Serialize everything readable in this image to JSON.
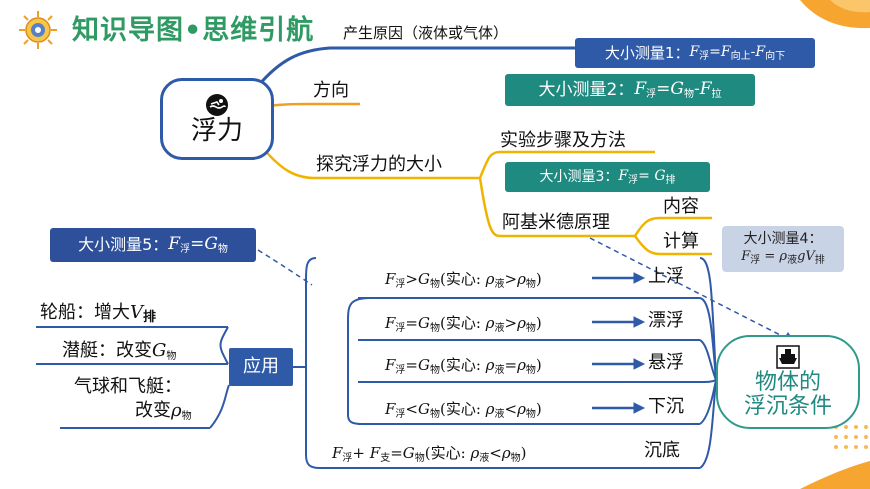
{
  "header": {
    "title": "知识导图•思维引航"
  },
  "root": {
    "label": "浮力",
    "icon": "swimmer-icon"
  },
  "branches": {
    "cause": "产生原因（液体或气体）",
    "direction": "方向",
    "explore": "探究浮力的大小",
    "experiment": "实验步骤及方法",
    "archimedes": "阿基米德原理",
    "content": "内容",
    "calc": "计算"
  },
  "measures": {
    "m1": {
      "label": "大小测量1：",
      "F": "F",
      "sub1": "浮",
      "eq": "=",
      "F2": "F",
      "sub2": "向上",
      "minus": "-",
      "F3": "F",
      "sub3": "向下"
    },
    "m2": {
      "label": "大小测量2：",
      "F": "F",
      "sub1": "浮",
      "eq": "=",
      "G": "G",
      "sub2": "物",
      "minus": "-",
      "F2": "F",
      "sub3": "拉"
    },
    "m3": {
      "label": "大小测量3：",
      "F": "F",
      "sub1": "浮",
      "eq": "= ",
      "G": "G",
      "sub2": "排"
    },
    "m4": {
      "label": "大小测量4：",
      "F": "F",
      "sub1": "浮",
      "eq": " = ",
      "rho": "ρ",
      "sub2": "液",
      "g": "g",
      "V": "V",
      "sub3": "排"
    },
    "m5": {
      "label": "大小测量5：",
      "F": "F",
      "sub1": "浮",
      "eq": "=",
      "G": "G",
      "sub2": "物"
    }
  },
  "application": {
    "label": "应用",
    "ship": {
      "text": "轮船：增大",
      "V": "V",
      "sub": "排"
    },
    "submarine": {
      "text": "潜艇：改变",
      "G": "G",
      "sub": "物"
    },
    "balloon": {
      "line1": "气球和飞艇：",
      "line2": "改变",
      "rho": "ρ",
      "sub": "物"
    }
  },
  "conditions": [
    {
      "lhs": "F",
      "lsub": "浮",
      "op": ">",
      "rhs": "G",
      "rsub": "物",
      "paren": "(实心: ",
      "rho1": "ρ",
      "s1": "液",
      "op2": ">",
      "rho2": "ρ",
      "s2": "物",
      "close": ")",
      "result": "上浮"
    },
    {
      "lhs": "F",
      "lsub": "浮",
      "op": "=",
      "rhs": "G",
      "rsub": "物",
      "paren": "(实心: ",
      "rho1": "ρ",
      "s1": "液",
      "op2": ">",
      "rho2": "ρ",
      "s2": "物",
      "close": ")",
      "result": "漂浮"
    },
    {
      "lhs": "F",
      "lsub": "浮",
      "op": "=",
      "rhs": "G",
      "rsub": "物",
      "paren": "(实心: ",
      "rho1": "ρ",
      "s1": "液",
      "op2": "=",
      "rho2": "ρ",
      "s2": "物",
      "close": ")",
      "result": "悬浮"
    },
    {
      "lhs": "F",
      "lsub": "浮",
      "op": "<",
      "rhs": "G",
      "rsub": "物",
      "paren": "(实心: ",
      "rho1": "ρ",
      "s1": "液",
      "op2": "<",
      "rho2": "ρ",
      "s2": "物",
      "close": ")",
      "result": "下沉"
    }
  ],
  "bottom": {
    "F1": "F",
    "s1": "浮",
    "plus": "+ ",
    "F2": "F",
    "s2": "支",
    "eq": "=",
    "G": "G",
    "s3": "物",
    "paren": "(实心: ",
    "rho1": "ρ",
    "s4": "液",
    "op": "<",
    "rho2": "ρ",
    "s5": "物",
    "close": ")",
    "result": "沉底"
  },
  "sink_float": {
    "line1": "物体的",
    "line2": "浮沉条件",
    "icon": "ship-icon"
  },
  "colors": {
    "accent_green": "#2f9a63",
    "blue": "#2f5aa8",
    "teal": "#1f8a80",
    "orange": "#f5a623",
    "yellow_line": "#f0b400"
  }
}
